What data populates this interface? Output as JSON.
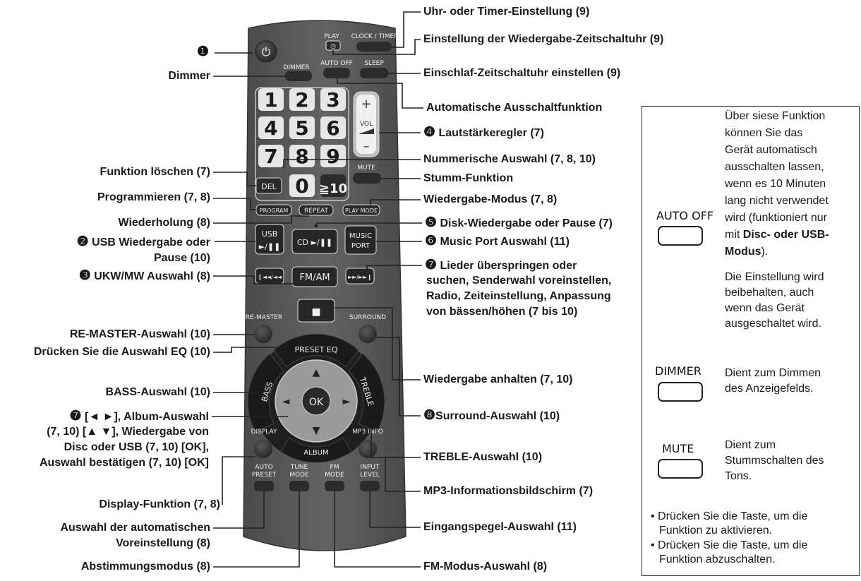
{
  "remote": {
    "power_symbol": "⏻",
    "key_captions": {
      "play": "PLAY",
      "clock_timer": "CLOCK / TIMER",
      "dimmer": "DIMMER",
      "auto_off": "AUTO OFF",
      "sleep": "SLEEP",
      "vol": "VOL",
      "vol_plus": "+",
      "vol_minus": "–",
      "mute": "MUTE",
      "del": "DEL",
      "ge10": "≧10",
      "program": "PROGRAM",
      "repeat": "REPEAT",
      "play_mode": "PLAY MODE",
      "usb": "USB",
      "usb_play": "►/❚❚",
      "cd": "CD ►/❚❚",
      "music": "MUSIC",
      "port": "PORT",
      "prev": "❙◄◄/◄◄",
      "fm_am": "FM/AM",
      "next": "►►/►►❙",
      "stop": "■",
      "re_master": "RE-MASTER",
      "surround": "SURROUND",
      "preset_eq": "PRESET EQ",
      "bass": "BASS",
      "treble": "TREBLE",
      "album": "ALBUM",
      "ok": "OK",
      "up": "▲",
      "down": "▼",
      "left": "◄",
      "right": "►",
      "display": "DISPLAY",
      "mp3_info": "MP3 INFO",
      "auto": "AUTO",
      "preset": "PRESET",
      "tune": "TUNE",
      "mode": "MODE",
      "fm": "FM",
      "input": "INPUT",
      "level": "LEVEL"
    },
    "digits": [
      "1",
      "2",
      "3",
      "4",
      "5",
      "6",
      "7",
      "8",
      "9",
      "0"
    ]
  },
  "labels_left": {
    "power_num": "❶",
    "dimmer": "Dimmer",
    "del": "Funktion löschen (7)",
    "program": "Programmieren (7, 8)",
    "repeat": "Wiederholung (8)",
    "usb_num": "❷",
    "usb_line1": "USB Wiedergabe oder",
    "usb_line2": "Pause (10)",
    "fmam_num": "❸",
    "fmam": "UKW/MW Auswahl (8)",
    "remaster": "RE-MASTER-Auswahl (10)",
    "preseteq": "Drücken Sie die Auswahl EQ (10)",
    "bass": "BASS-Auswahl (10)",
    "cursor_num": "❼",
    "cursor_line1": "[◄ ►], Album-Auswahl",
    "cursor_line2": "(7, 10) [▲ ▼], Wiedergabe von",
    "cursor_line3": "Disc oder USB (7, 10) [OK],",
    "cursor_line4": "Auswahl bestätigen (7, 10) [OK]",
    "display": "Display-Funktion (7, 8)",
    "autopreset_line1": "Auswahl der automatischen",
    "autopreset_line2": "Voreinstellung (8)",
    "tunemode": "Abstimmungsmodus (8)"
  },
  "labels_right": {
    "clock": "Uhr- oder Timer-Einstellung (9)",
    "playtimer": "Einstellung der Wiedergabe-Zeitschaltuhr (9)",
    "sleep": "Einschlaf-Zeitschaltuhr einstellen (9)",
    "autooff": "Automatische Ausschaltfunktion",
    "vol_num": "❹",
    "vol": "Lautstärkeregler (7)",
    "numeric": "Nummerische Auswahl (7, 8, 10)",
    "mute": "Stumm-Funktion",
    "playmode": "Wiedergabe-Modus (7, 8)",
    "cd_num": "❺",
    "cd": "Disk-Wiedergabe oder Pause (7)",
    "music_num": "❻",
    "music": "Music Port Auswahl (11)",
    "skip_num": "❼",
    "skip_line1": "Lieder überspringen oder",
    "skip_line2": "suchen, Senderwahl voreinstellen,",
    "skip_line3": "Radio, Zeiteinstellung, Anpassung",
    "skip_line4": "von bässen/höhen (7 bis 10)",
    "stop": "Wiedergabe anhalten (7, 10)",
    "surround_num": "❽",
    "surround": "Surround-Auswahl (10)",
    "treble": "TREBLE-Auswahl (10)",
    "mp3": "MP3-Informationsbildschirm (7)",
    "input": "Eingangspegel-Auswahl (11)",
    "fmmode": "FM-Modus-Auswahl (8)"
  },
  "info_box": {
    "auto_off_caption": "AUTO OFF",
    "auto_off_desc_1": "Über siese Funktion",
    "auto_off_desc_2": "können Sie das",
    "auto_off_desc_3": "Gerät automatisch",
    "auto_off_desc_4": "ausschalten lassen,",
    "auto_off_desc_5": "wenn es 10 Minuten",
    "auto_off_desc_6": "lang nicht verwendet",
    "auto_off_desc_7": "wird (funktioniert nur",
    "auto_off_desc_8a": "mit ",
    "auto_off_desc_8b": "Disc- oder USB-",
    "auto_off_desc_9a": "Modus",
    "auto_off_desc_9b": ").",
    "retain_1": "Die Einstellung wird",
    "retain_2": "beibehalten, auch",
    "retain_3": "wenn das Gerät",
    "retain_4": "ausgeschaltet wird.",
    "dimmer_caption": "DIMMER",
    "dimmer_desc_1": "Dient zum Dimmen",
    "dimmer_desc_2": "des Anzeigefelds.",
    "mute_caption": "MUTE",
    "mute_desc_1": "Dient zum",
    "mute_desc_2": "Stummschalten des",
    "mute_desc_3": "Tons.",
    "note1_1": "• Drücken Sie die Taste, um die",
    "note1_2": "Funktion zu aktivieren.",
    "note2_1": "• Drücken Sie die Taste, um die",
    "note2_2": "Funktion abzuschalten."
  },
  "colors": {
    "remote_body": "#595959",
    "remote_edge": "#3b3b3b",
    "button_dark": "#2b2b2b",
    "button_light": "#e8e8e8",
    "text_on_remote": "#f2f2f2",
    "leader_line": "#222222"
  }
}
